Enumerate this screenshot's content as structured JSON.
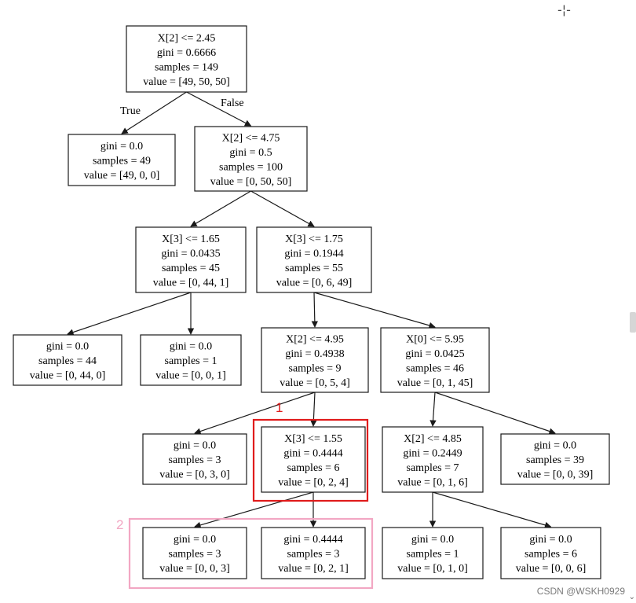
{
  "tree": {
    "nodes": [
      {
        "id": "root",
        "lines": [
          "X[2] <= 2.45",
          "gini = 0.6666",
          "samples = 149",
          "value = [49, 50, 50]"
        ]
      },
      {
        "id": "l1",
        "lines": [
          "gini = 0.0",
          "samples = 49",
          "value = [49, 0, 0]"
        ]
      },
      {
        "id": "r1",
        "lines": [
          "X[2] <= 4.75",
          "gini = 0.5",
          "samples = 100",
          "value = [0, 50, 50]"
        ]
      },
      {
        "id": "r1l",
        "lines": [
          "X[3] <= 1.65",
          "gini = 0.0435",
          "samples = 45",
          "value = [0, 44, 1]"
        ]
      },
      {
        "id": "r1r",
        "lines": [
          "X[3] <= 1.75",
          "gini = 0.1944",
          "samples = 55",
          "value = [0, 6, 49]"
        ]
      },
      {
        "id": "r1ll",
        "lines": [
          "gini = 0.0",
          "samples = 44",
          "value = [0, 44, 0]"
        ]
      },
      {
        "id": "r1lr",
        "lines": [
          "gini = 0.0",
          "samples = 1",
          "value = [0, 0, 1]"
        ]
      },
      {
        "id": "r1rl",
        "lines": [
          "X[2] <= 4.95",
          "gini = 0.4938",
          "samples = 9",
          "value = [0, 5, 4]"
        ]
      },
      {
        "id": "r1rr",
        "lines": [
          "X[0] <= 5.95",
          "gini = 0.0425",
          "samples = 46",
          "value = [0, 1, 45]"
        ]
      },
      {
        "id": "n5a",
        "lines": [
          "gini = 0.0",
          "samples = 3",
          "value = [0, 3, 0]"
        ]
      },
      {
        "id": "n5b",
        "lines": [
          "X[3] <= 1.55",
          "gini = 0.4444",
          "samples = 6",
          "value = [0, 2, 4]"
        ]
      },
      {
        "id": "n5c",
        "lines": [
          "X[2] <= 4.85",
          "gini = 0.2449",
          "samples = 7",
          "value = [0, 1, 6]"
        ]
      },
      {
        "id": "n5d",
        "lines": [
          "gini = 0.0",
          "samples = 39",
          "value = [0, 0, 39]"
        ]
      },
      {
        "id": "n6a",
        "lines": [
          "gini = 0.0",
          "samples = 3",
          "value = [0, 0, 3]"
        ]
      },
      {
        "id": "n6b",
        "lines": [
          "gini = 0.4444",
          "samples = 3",
          "value = [0, 2, 1]"
        ]
      },
      {
        "id": "n6c",
        "lines": [
          "gini = 0.0",
          "samples = 1",
          "value = [0, 1, 0]"
        ]
      },
      {
        "id": "n6d",
        "lines": [
          "gini = 0.0",
          "samples = 6",
          "value = [0, 0, 6]"
        ]
      }
    ],
    "edges": [
      {
        "from": "root",
        "to": "l1",
        "label": "True"
      },
      {
        "from": "root",
        "to": "r1",
        "label": "False"
      },
      {
        "from": "r1",
        "to": "r1l"
      },
      {
        "from": "r1",
        "to": "r1r"
      },
      {
        "from": "r1l",
        "to": "r1ll"
      },
      {
        "from": "r1l",
        "to": "r1lr"
      },
      {
        "from": "r1r",
        "to": "r1rl"
      },
      {
        "from": "r1r",
        "to": "r1rr"
      },
      {
        "from": "r1rl",
        "to": "n5a"
      },
      {
        "from": "r1rl",
        "to": "n5b"
      },
      {
        "from": "r1rr",
        "to": "n5c"
      },
      {
        "from": "r1rr",
        "to": "n5d"
      },
      {
        "from": "n5b",
        "to": "n6a"
      },
      {
        "from": "n5b",
        "to": "n6b"
      },
      {
        "from": "n5c",
        "to": "n6c"
      },
      {
        "from": "n5c",
        "to": "n6d"
      }
    ]
  },
  "annotations": [
    {
      "label": "1",
      "color": "#e01b1b"
    },
    {
      "label": "2",
      "color": "#f2a7c3"
    }
  ],
  "watermark": "CSDN @WSKH0929",
  "crosshair_glyph": "-¦-",
  "scroll_arrow_glyph": "⌄"
}
